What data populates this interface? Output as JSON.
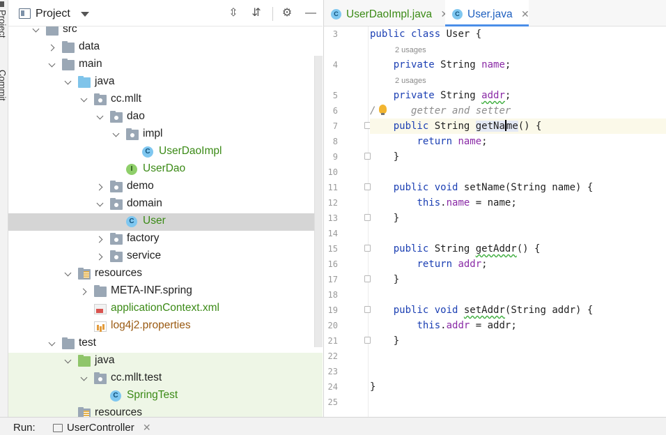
{
  "side_strip": {
    "project_tab": "Project",
    "commit_tab": "Commit"
  },
  "project_panel": {
    "title": "Project"
  },
  "tree": [
    {
      "label": "src",
      "depth": 0,
      "icon": "folder",
      "expanded": true
    },
    {
      "label": "data",
      "depth": 1,
      "icon": "folder",
      "expanded": false
    },
    {
      "label": "main",
      "depth": 1,
      "icon": "folder",
      "expanded": true
    },
    {
      "label": "java",
      "depth": 2,
      "icon": "folder-blue",
      "expanded": true
    },
    {
      "label": "cc.mllt",
      "depth": 3,
      "icon": "package",
      "expanded": true
    },
    {
      "label": "dao",
      "depth": 4,
      "icon": "package",
      "expanded": true
    },
    {
      "label": "impl",
      "depth": 5,
      "icon": "package",
      "expanded": true
    },
    {
      "label": "UserDaoImpl",
      "depth": 6,
      "icon": "class",
      "color": "green"
    },
    {
      "label": "UserDao",
      "depth": 5,
      "icon": "interface",
      "color": "green"
    },
    {
      "label": "demo",
      "depth": 4,
      "icon": "package",
      "expanded": false
    },
    {
      "label": "domain",
      "depth": 4,
      "icon": "package",
      "expanded": true
    },
    {
      "label": "User",
      "depth": 5,
      "icon": "class",
      "color": "green",
      "selected": true
    },
    {
      "label": "factory",
      "depth": 4,
      "icon": "package",
      "expanded": false
    },
    {
      "label": "service",
      "depth": 4,
      "icon": "package",
      "expanded": false
    },
    {
      "label": "resources",
      "depth": 2,
      "icon": "resources",
      "expanded": true
    },
    {
      "label": "META-INF.spring",
      "depth": 3,
      "icon": "folder",
      "expanded": false
    },
    {
      "label": "applicationContext.xml",
      "depth": 3,
      "icon": "xml",
      "color": "green"
    },
    {
      "label": "log4j2.properties",
      "depth": 3,
      "icon": "properties",
      "color": "orange"
    },
    {
      "label": "test",
      "depth": 1,
      "icon": "folder",
      "expanded": true
    },
    {
      "label": "java",
      "depth": 2,
      "icon": "folder-green",
      "expanded": true,
      "testbg": true
    },
    {
      "label": "cc.mllt.test",
      "depth": 3,
      "icon": "package",
      "expanded": true,
      "testbg": true
    },
    {
      "label": "SpringTest",
      "depth": 4,
      "icon": "testclass",
      "color": "green",
      "testbg": true
    },
    {
      "label": "resources",
      "depth": 2,
      "icon": "resources",
      "testbg": true
    }
  ],
  "editor": {
    "tabs": [
      {
        "label": "UserDaoImpl.java",
        "active": false,
        "close": "✕"
      },
      {
        "label": "User.java",
        "active": true,
        "close": "✕"
      }
    ],
    "line_numbers": [
      "3",
      "4",
      "5",
      "6",
      "7",
      "8",
      "9",
      "10",
      "11",
      "12",
      "13",
      "14",
      "15",
      "16",
      "17",
      "18",
      "19",
      "20",
      "21",
      "22",
      "23",
      "24",
      "25"
    ],
    "usage_hints": [
      "2 usages",
      "2 usages"
    ],
    "fold_comment_prefix": "/",
    "fold_comment": "getter and setter"
  },
  "run_bar": {
    "label": "Run:",
    "tab": "UserController",
    "close": "✕"
  }
}
